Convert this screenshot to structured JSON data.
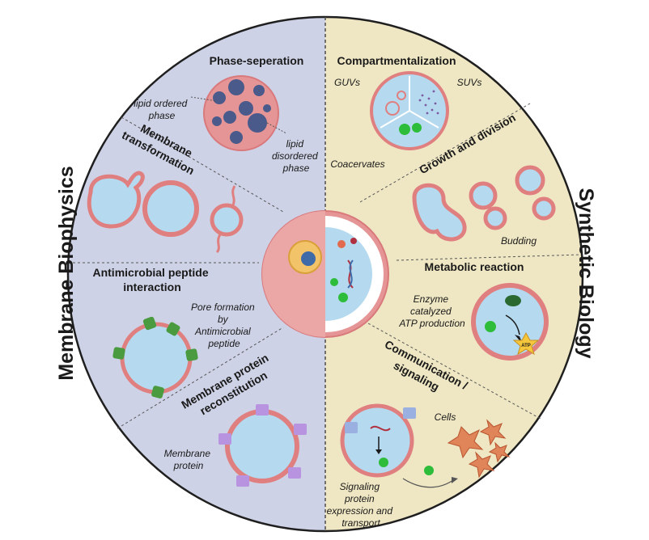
{
  "left_title": "Membrane Biophysics",
  "right_title": "Synthetic Biology",
  "phase": {
    "title": "Phase-seperation",
    "ordered": [
      "lipid ordered",
      "phase"
    ],
    "disordered": [
      "lipid",
      "disordered",
      "phase"
    ]
  },
  "transformation": {
    "title": [
      "Membrane",
      "transformation"
    ]
  },
  "amp": {
    "title": [
      "Antimicrobial peptide",
      "interaction"
    ],
    "pore": [
      "Pore formation",
      "by",
      "Antimicrobial",
      "peptide"
    ]
  },
  "mprotein": {
    "title": [
      "Membrane protein",
      "reconstitution"
    ],
    "label": [
      "Membrane",
      "protein"
    ]
  },
  "compart": {
    "title": "Compartmentalization",
    "guvs": "GUVs",
    "suvs": "SUVs",
    "coacervates": "Coacervates"
  },
  "growth": {
    "title": "Growth and division",
    "budding": "Budding"
  },
  "metabolic": {
    "title": "Metabolic reaction",
    "enzyme": [
      "Enzyme",
      "catalyzed",
      "ATP production"
    ],
    "atp": "ATP"
  },
  "communication": {
    "title": [
      "Communication /",
      "signaling"
    ],
    "cells": "Cells",
    "signal": [
      "Signaling",
      "protein",
      "expression and",
      "transport"
    ]
  },
  "colors": {
    "left_bg": "#ced2e6",
    "right_bg": "#efe7c3",
    "membrane": "#e07f7f",
    "lumen": "#b5daf0",
    "domain": "#4a5a8a",
    "green": "#2ebd3a",
    "protein": "#b894e0"
  }
}
